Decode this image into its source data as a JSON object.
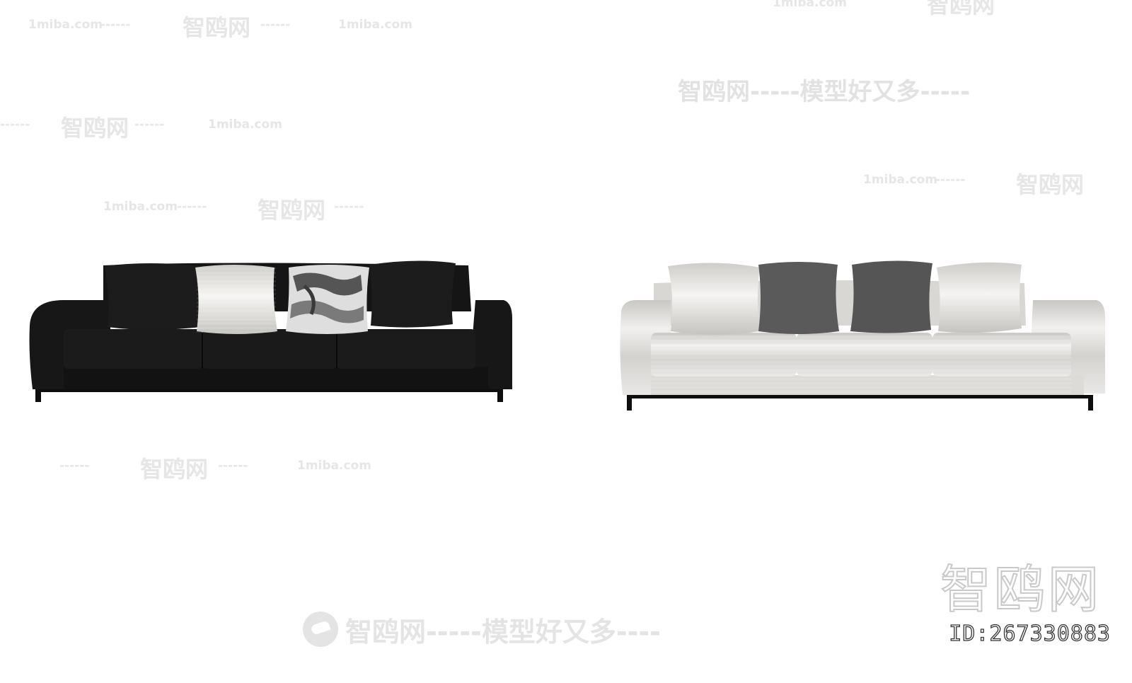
{
  "watermarks": {
    "site_url": "1miba.com",
    "brand": "智鸥网",
    "brand_line": "智鸥网-----模型好又多-----",
    "dashes": "------"
  },
  "logo": {
    "text": "智鸥网",
    "id_label": "ID:267330883"
  },
  "bottom_mark": {
    "text": "智鸥网-----模型好又多----"
  },
  "colors": {
    "dark_sofa": "#141414",
    "light_sofa": "#e4e2df",
    "legs": "#0e0e0e"
  }
}
